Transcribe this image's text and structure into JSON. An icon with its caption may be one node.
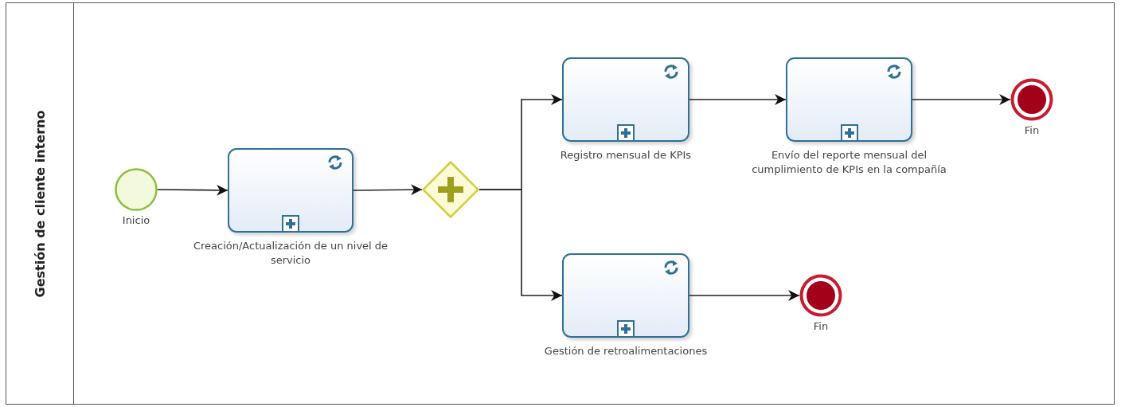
{
  "diagram": {
    "nodes": [
      {
        "text": [
          "Gestión de cliente interno"
        ]
      },
      {
        "text": [
          "Inicio"
        ],
        "in": 0
      },
      {
        "text": [
          "Creación/Actualización de un nivel de servicio"
        ],
        "in": 0
      },
      {
        "text": [],
        "shape": "diamond",
        "in": 0
      },
      {
        "text": [
          "Registro mensual de KPIs"
        ],
        "in": 0
      },
      {
        "text": [
          "Envío del reporte mensual del cumplimiento de KPIs en la compañía"
        ],
        "in": 0
      },
      {
        "text": [
          "Fin"
        ],
        "in": 0
      },
      {
        "text": [
          "Gestión de retroalimentaciones"
        ],
        "in": 0
      },
      {
        "text": [
          "Fin"
        ],
        "in": 0
      }
    ],
    "edges": [
      {
        "from": 1,
        "to": 2,
        "arrow": "to"
      },
      {
        "from": 2,
        "to": 3,
        "arrow": "to"
      },
      {
        "from": 3,
        "to": 4,
        "arrow": "to"
      },
      {
        "from": 3,
        "to": 7,
        "arrow": "to"
      },
      {
        "from": 4,
        "to": 5,
        "arrow": "to"
      },
      {
        "from": 5,
        "to": 6,
        "arrow": "to"
      },
      {
        "from": 7,
        "to": 8,
        "arrow": "to"
      }
    ]
  }
}
